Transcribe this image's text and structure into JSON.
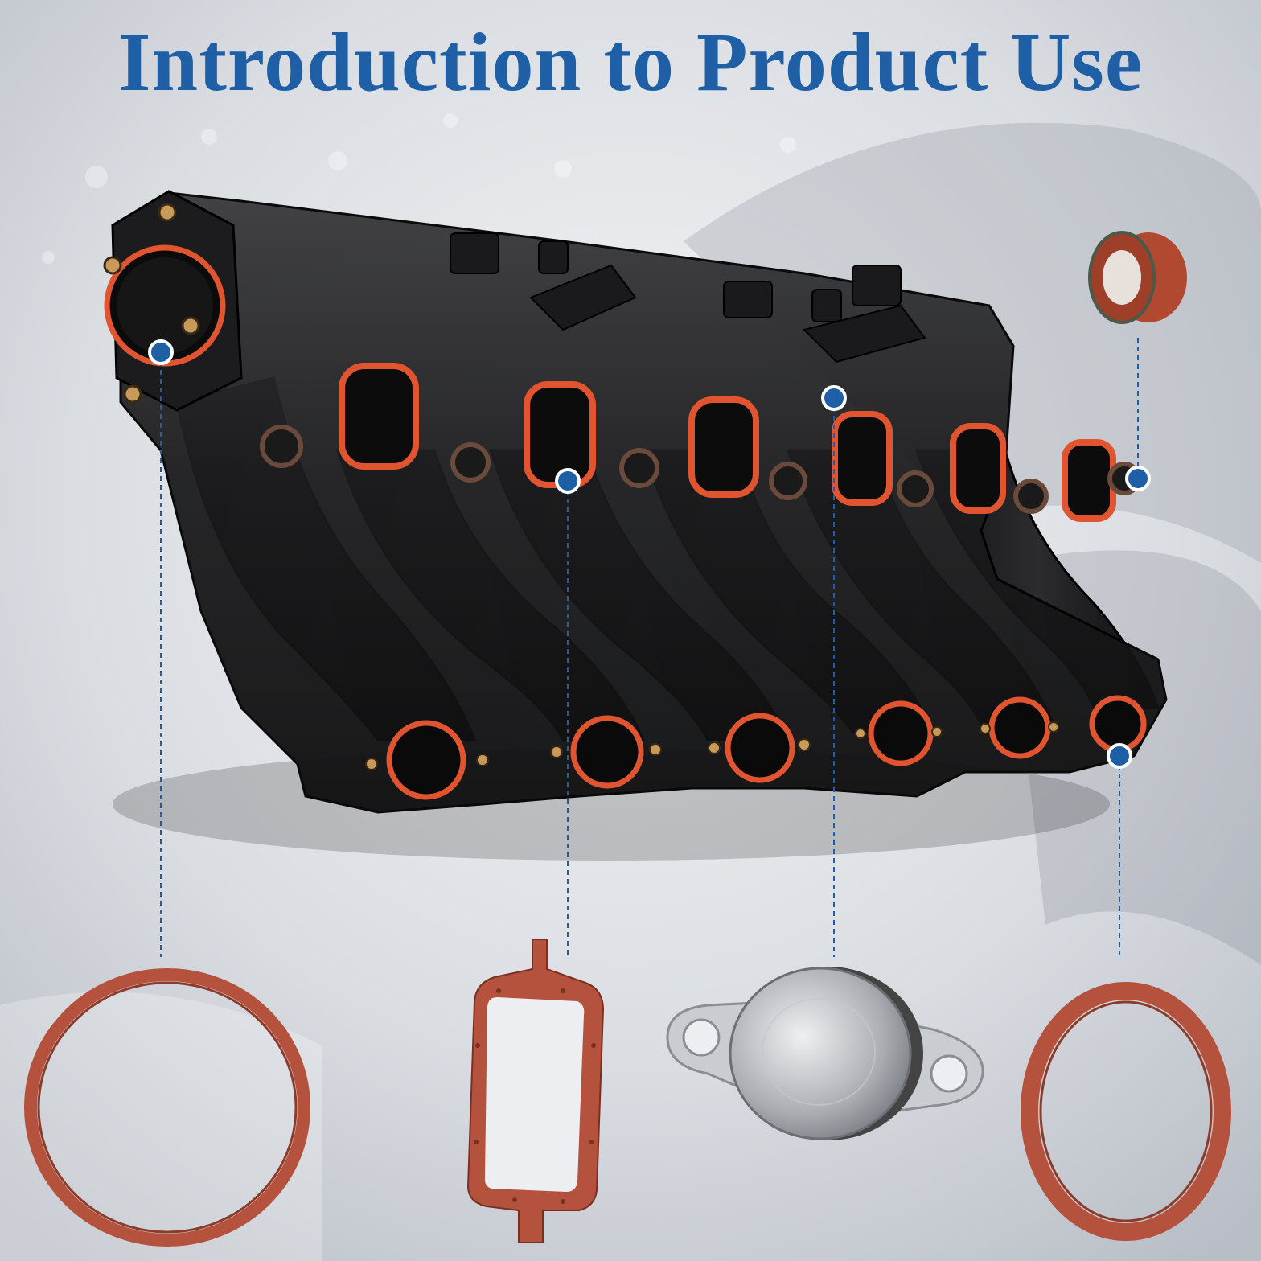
{
  "header": {
    "title": "Introduction to Product Use"
  },
  "colors": {
    "title": "#1f5fa6",
    "callout_dot": "#1f5fa6",
    "gasket": "#b5523d",
    "gasket_bright": "#e0552f",
    "manifold": "#1c1c1e",
    "plate": "#c9ccd0"
  },
  "callouts": [
    {
      "name": "throttle-flange-ring-gasket"
    },
    {
      "name": "port-gasket"
    },
    {
      "name": "swirl-flap-blanking-plug"
    },
    {
      "name": "runner-ring-gasket"
    },
    {
      "name": "sleeve-seal"
    }
  ]
}
